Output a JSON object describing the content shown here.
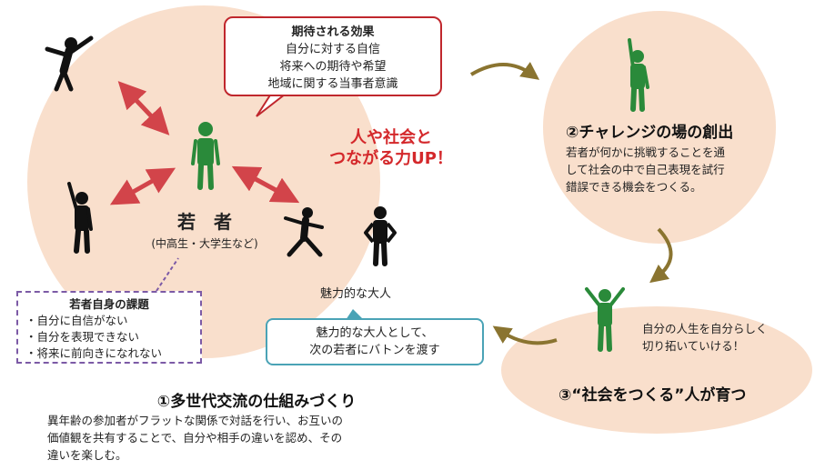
{
  "colors": {
    "peach": "#f9dfcc",
    "green": "#2a8a3a",
    "red": "#c0272d",
    "arrow": "#8a7430",
    "teal": "#4aa3b6",
    "purple": "#7c5aa6"
  },
  "effects": {
    "title": "期待される効果",
    "lines": [
      "自分に対する自信",
      "将来への期待や希望",
      "地域に関する当事者意識"
    ]
  },
  "connect": [
    "人や社会と",
    "つながる力UP！"
  ],
  "youth": {
    "title": "若　者",
    "sub": "(中高生・大学生など)"
  },
  "adult_label": "魅力的な大人",
  "issues": {
    "title": "若者自身の課題",
    "items": [
      "・自分に自信がない",
      "・自分を表現できない",
      "・将来に前向きになれない"
    ]
  },
  "adult_box": [
    "魅力的な大人として、",
    "次の若者にバトンを渡す"
  ],
  "step1": {
    "title": "①多世代交流の仕組みづくり",
    "lines": [
      "異年齢の参加者がフラットな関係で対話を行い、お互いの",
      "価値観を共有することで、自分や相手の違いを認め、その",
      "違いを楽しむ。"
    ]
  },
  "step2": {
    "title": "②チャレンジの場の創出",
    "lines": [
      "若者が何かに挑戦することを通",
      "して社会の中で自己表現を試行",
      "錯誤できる機会をつくる。"
    ]
  },
  "step3": {
    "title": "③“社会をつくる”人が育つ",
    "lines": [
      "自分の人生を自分らしく",
      "切り拓いていける！"
    ]
  }
}
